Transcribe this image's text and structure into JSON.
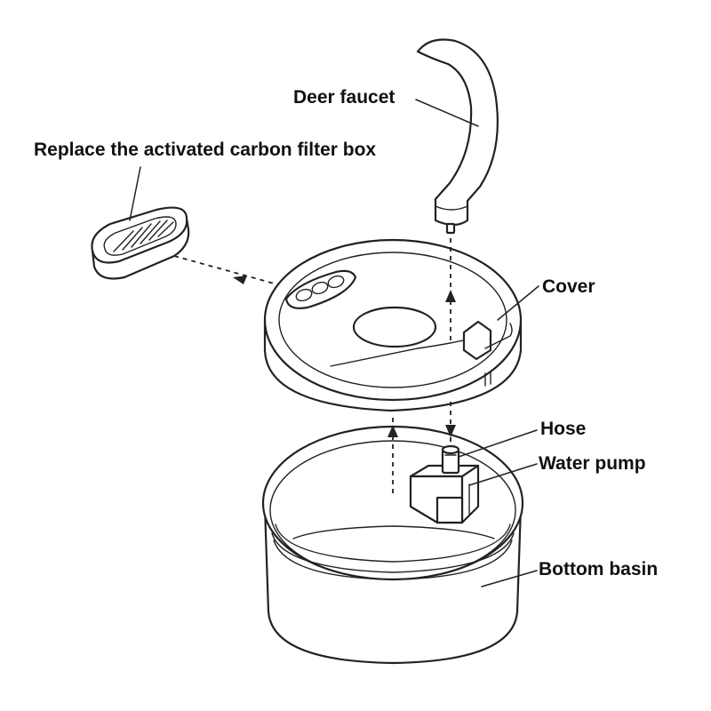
{
  "diagram": {
    "labels": {
      "deer_faucet": "Deer faucet",
      "filter_box": "Replace the activated carbon filter box",
      "cover": "Cover",
      "hose": "Hose",
      "water_pump": "Water pump",
      "bottom_basin": "Bottom basin"
    },
    "colors": {
      "line": "#222222",
      "fill": "#ffffff",
      "text": "#111111"
    }
  }
}
